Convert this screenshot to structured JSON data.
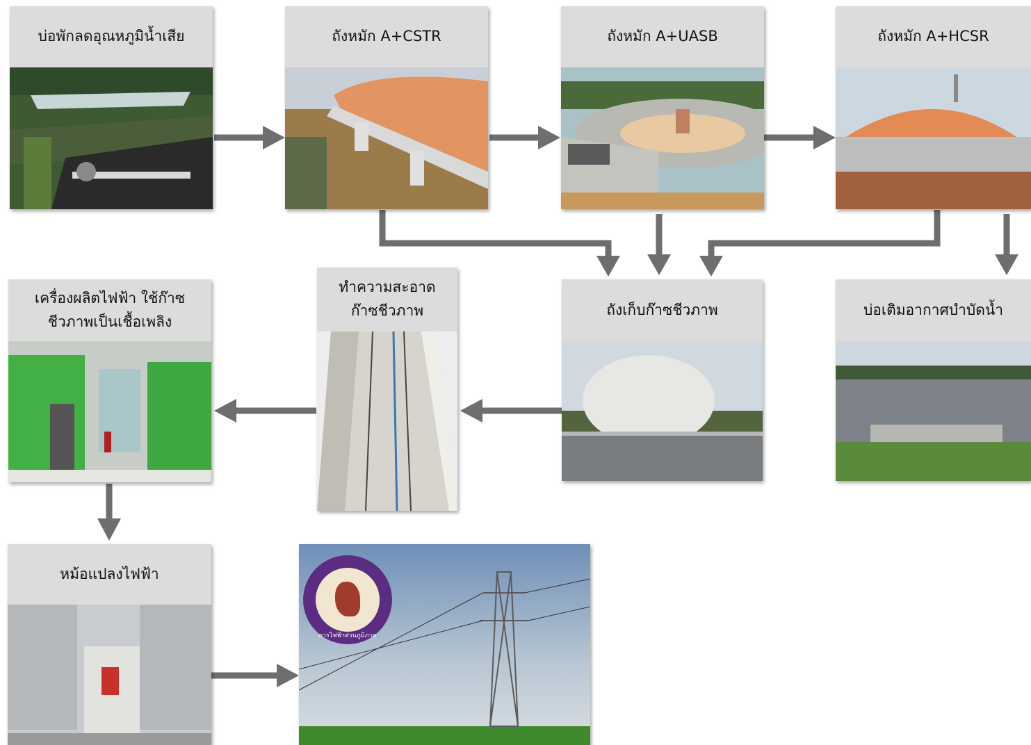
{
  "nodes": {
    "pond": {
      "label": "บ่อพักลดอุณหภูมิน้ำเสีย"
    },
    "cstr": {
      "label": "ถังหมัก A+CSTR"
    },
    "uasb": {
      "label": "ถังหมัก A+UASB"
    },
    "hcsr": {
      "label": "ถังหมัก A+HCSR"
    },
    "generator": {
      "label": "เครื่องผลิตไฟฟ้า ใช้ก๊าซชีวภาพเป็นเชื้อเพลิง"
    },
    "cleaning": {
      "label": "ทำความสะอาด ก๊าซชีวภาพ"
    },
    "storage": {
      "label": "ถังเก็บก๊าซชีวภาพ"
    },
    "aeration": {
      "label": "บ่อเติมอากาศบำบัดน้ำ"
    },
    "transformer": {
      "label": "หม้อแปลงไฟฟ้า"
    },
    "grid": {
      "logo_text": "การไฟฟ้าส่วนภูมิภาค"
    }
  },
  "colors": {
    "arrow": "#6e6e6e",
    "label_bg": "#dcdcdc"
  }
}
